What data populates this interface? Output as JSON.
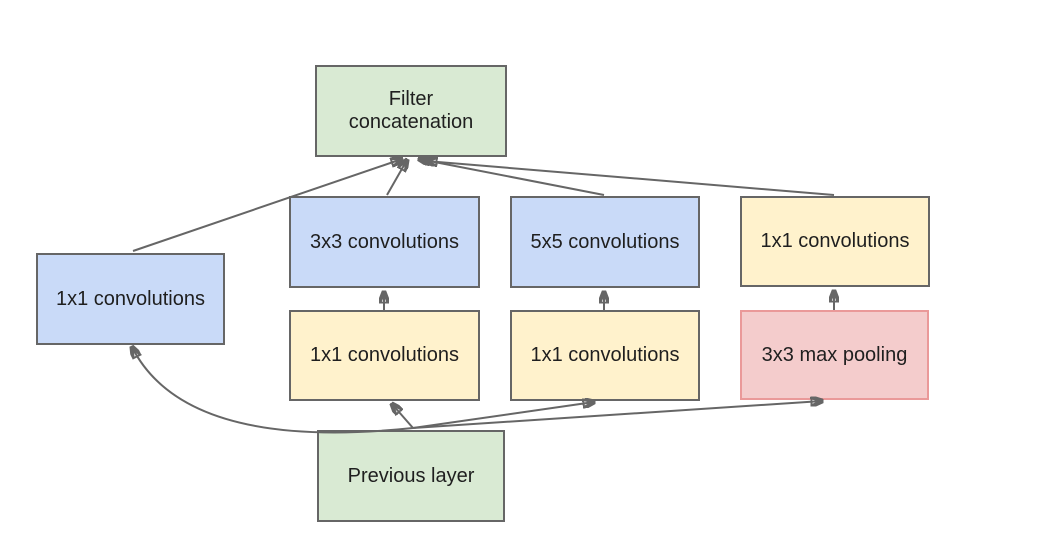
{
  "diagram": {
    "type": "flowchart",
    "description": "Inception module architecture diagram",
    "arrow_color": "#666666",
    "nodes": {
      "filter_concat": {
        "label": "Filter\nconcatenation",
        "fill": "#d9ead3",
        "border": "#666666"
      },
      "conv1x1_left": {
        "label": "1x1 convolutions",
        "fill": "#c9daf8",
        "border": "#666666"
      },
      "conv3x3": {
        "label": "3x3 convolutions",
        "fill": "#c9daf8",
        "border": "#666666"
      },
      "conv5x5": {
        "label": "5x5 convolutions",
        "fill": "#c9daf8",
        "border": "#666666"
      },
      "conv1x1_right": {
        "label": "1x1 convolutions",
        "fill": "#fff2cc",
        "border": "#666666"
      },
      "conv1x1_mid_left": {
        "label": "1x1 convolutions",
        "fill": "#fff2cc",
        "border": "#666666"
      },
      "conv1x1_mid_right": {
        "label": "1x1 convolutions",
        "fill": "#fff2cc",
        "border": "#666666"
      },
      "max_pool": {
        "label": "3x3 max pooling",
        "fill": "#f4cccc",
        "border": "#ea9999"
      },
      "previous_layer": {
        "label": "Previous layer",
        "fill": "#d9ead3",
        "border": "#666666"
      }
    },
    "edges": [
      {
        "from": "previous_layer",
        "to": "conv1x1_left"
      },
      {
        "from": "previous_layer",
        "to": "conv1x1_mid_left"
      },
      {
        "from": "previous_layer",
        "to": "conv1x1_mid_right"
      },
      {
        "from": "previous_layer",
        "to": "max_pool"
      },
      {
        "from": "conv1x1_mid_left",
        "to": "conv3x3"
      },
      {
        "from": "conv1x1_mid_right",
        "to": "conv5x5"
      },
      {
        "from": "max_pool",
        "to": "conv1x1_right"
      },
      {
        "from": "conv1x1_left",
        "to": "filter_concat"
      },
      {
        "from": "conv3x3",
        "to": "filter_concat"
      },
      {
        "from": "conv5x5",
        "to": "filter_concat"
      },
      {
        "from": "conv1x1_right",
        "to": "filter_concat"
      }
    ]
  }
}
